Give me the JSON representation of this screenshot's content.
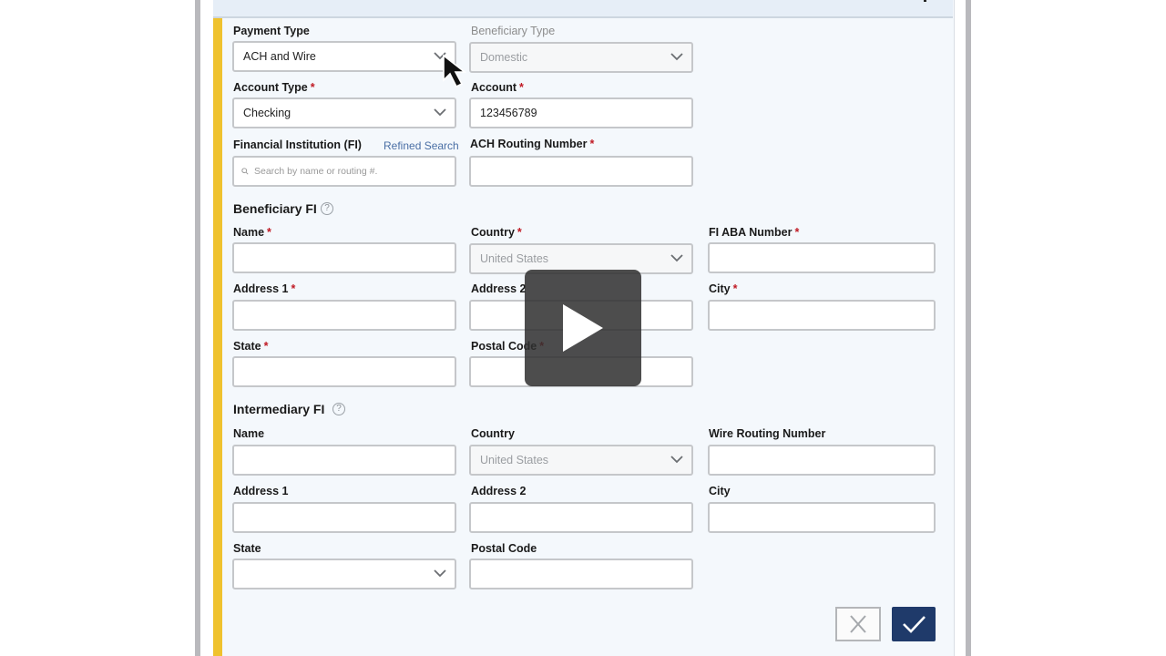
{
  "form": {
    "payment_type": {
      "label": "Payment Type",
      "value": "ACH and Wire"
    },
    "beneficiary_type": {
      "label": "Beneficiary Type",
      "value": "Domestic"
    },
    "account_type": {
      "label": "Account Type",
      "value": "Checking"
    },
    "account": {
      "label": "Account",
      "value": "123456789"
    },
    "financial_institution": {
      "label": "Financial Institution (FI)",
      "refined_search": "Refined Search",
      "placeholder": "Search by name or routing #."
    },
    "ach_routing": {
      "label": "ACH Routing Number",
      "value": ""
    }
  },
  "beneficiary_fi": {
    "title": "Beneficiary FI",
    "help": "?",
    "name_label": "Name",
    "country_label": "Country",
    "country_value": "United States",
    "aba_label": "FI ABA Number",
    "address1_label": "Address 1",
    "address2_label": "Address 2",
    "city_label": "City",
    "state_label": "State",
    "postal_label": "Postal Code"
  },
  "intermediary_fi": {
    "title": "Intermediary FI",
    "help": "?",
    "name_label": "Name",
    "country_label": "Country",
    "country_value": "United States",
    "wire_label": "Wire Routing Number",
    "address1_label": "Address 1",
    "address2_label": "Address 2",
    "city_label": "City",
    "state_label": "State",
    "postal_label": "Postal Code"
  },
  "required_marker": "*",
  "icons": {
    "cancel": "close-icon",
    "confirm": "check-icon",
    "play": "play-icon",
    "dropdown": "chevron-down-icon",
    "search": "search-icon",
    "help": "help-icon"
  },
  "colors": {
    "accent": "#efc22e",
    "confirm_button": "#1f3a6a",
    "required": "#c01a24",
    "link": "#4a6fa5"
  }
}
